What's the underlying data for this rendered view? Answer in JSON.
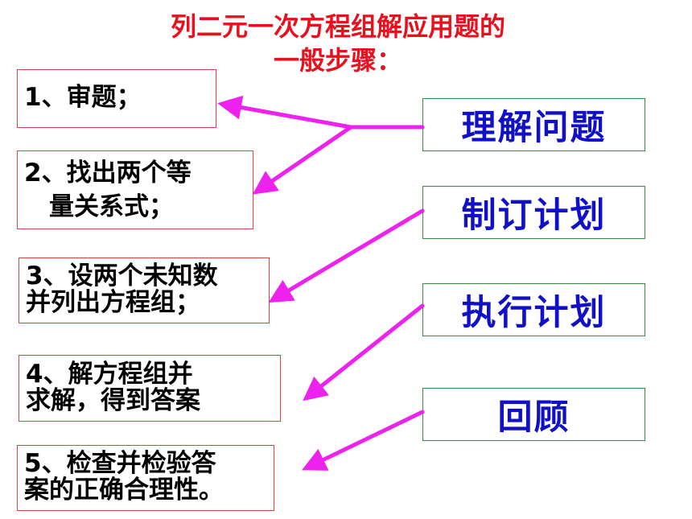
{
  "title": {
    "line1": "列二元一次方程组解应用题的",
    "line2": "一般步骤："
  },
  "steps": [
    {
      "line1": "1、审题；",
      "line2": ""
    },
    {
      "line1": "2、找出两个等",
      "line2": "　量关系式；"
    },
    {
      "line1": "3、设两个未知数",
      "line2": "并列出方程组；"
    },
    {
      "line1": "4、解方程组并",
      "line2": "求解，得到答案"
    },
    {
      "line1": "5、检查并检验答",
      "line2": "案的正确合理性。"
    }
  ],
  "phases": [
    {
      "label": "理解问题"
    },
    {
      "label": "制订计划"
    },
    {
      "label": "执行计划"
    },
    {
      "label": "回顾"
    }
  ],
  "colors": {
    "title": "#e8101c",
    "arrow": "#ee22ee",
    "phase_text": "#1010c8",
    "step_border": "#d9463f",
    "phase_border": "#3a8a4a"
  }
}
